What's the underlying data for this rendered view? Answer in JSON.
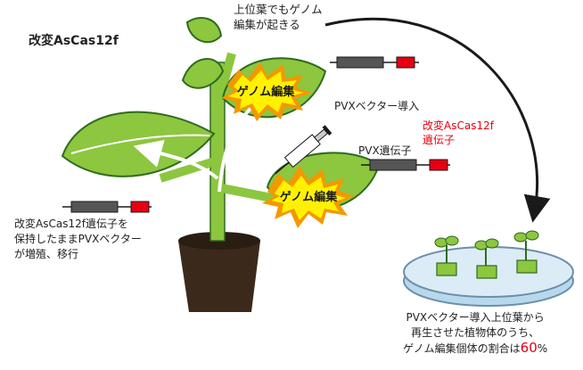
{
  "title": "改変AsCas12f",
  "top_note": {
    "line1": "上位葉でもゲノム",
    "line2": "編集が起きる"
  },
  "burst_labels": [
    "ゲノム編集",
    "ゲノム編集"
  ],
  "vector_label": "PVXベクター導入",
  "construct": {
    "pvx": "PVX遺伝子",
    "cas_line1": "改変AsCas12f",
    "cas_line2": "遺伝子"
  },
  "left_note": {
    "line1": "改変AsCas12f遺伝子を",
    "line2": "保持したままPVXベクター",
    "line3": "が増殖、移行"
  },
  "result_note": {
    "line1": "PVXベクター導入上位葉から",
    "line2": "再生させた植物体のうち、",
    "line3_prefix": "ゲノム編集個体の割合は",
    "percent_value": "60",
    "percent_sign": "%"
  },
  "colors": {
    "leaf": "#8dc63f",
    "leaf_dark": "#2e6b1e",
    "stem": "#8cc63f",
    "pot": "#3b2a1c",
    "burst": "#fff100",
    "burst_outer": "#f39800",
    "cas_red": "#e60012",
    "dish": "#b8d8ee"
  }
}
